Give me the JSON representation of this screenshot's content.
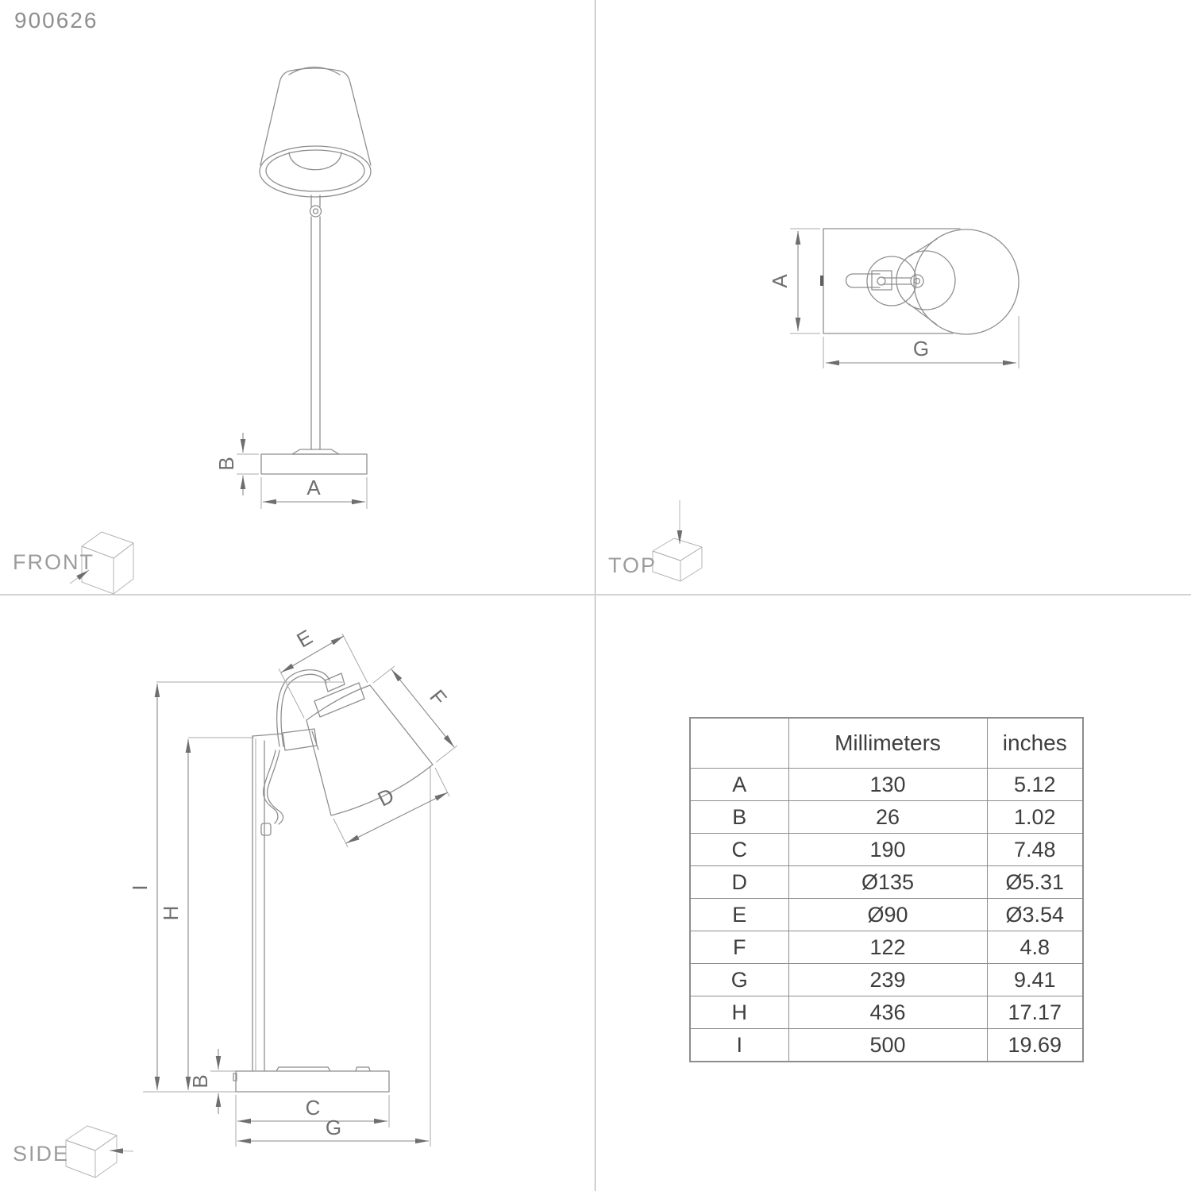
{
  "part_number": "900626",
  "views": {
    "front_label": "FRONT",
    "top_label": "TOP",
    "side_label": "SIDE"
  },
  "dims": {
    "A": "A",
    "B": "B",
    "C": "C",
    "D": "D",
    "E": "E",
    "F": "F",
    "G": "G",
    "H": "H",
    "I": "I"
  },
  "table": {
    "headers": {
      "col1": "",
      "mm": "Millimeters",
      "inches": "inches"
    },
    "rows": [
      {
        "key": "A",
        "mm": "130",
        "inches": "5.12"
      },
      {
        "key": "B",
        "mm": "26",
        "inches": "1.02"
      },
      {
        "key": "C",
        "mm": "190",
        "inches": "7.48"
      },
      {
        "key": "D",
        "mm": "Ø135",
        "inches": "Ø5.31"
      },
      {
        "key": "E",
        "mm": "Ø90",
        "inches": "Ø3.54"
      },
      {
        "key": "F",
        "mm": "122",
        "inches": "4.8"
      },
      {
        "key": "G",
        "mm": "239",
        "inches": "9.41"
      },
      {
        "key": "H",
        "mm": "436",
        "inches": "17.17"
      },
      {
        "key": "I",
        "mm": "500",
        "inches": "19.69"
      }
    ]
  },
  "colors": {
    "outline": "#8f8f8f",
    "dimension_line": "#8a8a8a",
    "label_gray": "#9c9c9c",
    "table_text": "#3e3e3e",
    "background": "#ffffff"
  }
}
